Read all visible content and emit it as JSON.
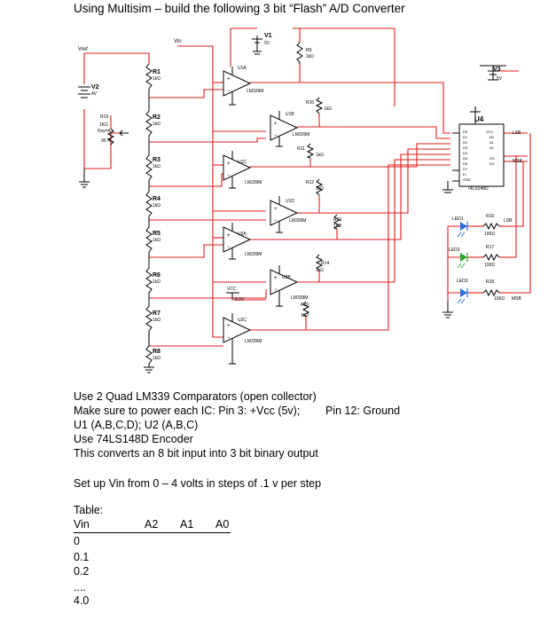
{
  "title": "Using Multisim – build the following 3 bit “Flash” A/D Converter",
  "schematic": {
    "labels": {
      "vref": "Vref",
      "vin": "Vin",
      "v1": "V1",
      "v1_val": "5V",
      "v2": "V2",
      "v2_val": "4V",
      "v3": "V3",
      "v3_val": "5V",
      "r9": "R9",
      "r9_val": "1kΩ",
      "r19": "R19",
      "r19_val": "1KΩ",
      "r19_key": "Key=A",
      "r19_pct": "90 %",
      "u4": "U4",
      "u4_part": "74LS148D",
      "lsb_top": "LSB",
      "msb_top": "MSB",
      "vcc": "VCC",
      "vcc_val": "5.0V",
      "led1": "LED1",
      "led2": "LED2",
      "led3": "LED3",
      "r16": "R16",
      "r17": "R17",
      "r18": "R18",
      "r_led_val": "100Ω",
      "lsb_led": "LSB",
      "msb_led": "MSB",
      "lm339": "LM339M"
    },
    "ladder": [
      {
        "name": "R1",
        "value": "1kΩ"
      },
      {
        "name": "R2",
        "value": "1kΩ"
      },
      {
        "name": "R3",
        "value": "1kΩ"
      },
      {
        "name": "R4",
        "value": "1kΩ"
      },
      {
        "name": "R5",
        "value": "1kΩ"
      },
      {
        "name": "R6",
        "value": "1kΩ"
      },
      {
        "name": "R7",
        "value": "1kΩ"
      },
      {
        "name": "R8",
        "value": "1kΩ"
      }
    ],
    "comparators": [
      "U1A",
      "U1B",
      "U1C",
      "U1D",
      "U2A",
      "U2B",
      "U2C"
    ],
    "pullups": [
      {
        "name": "R10",
        "value": "1kΩ"
      },
      {
        "name": "R11",
        "value": "1kΩ"
      },
      {
        "name": "R12",
        "value": "1kΩ"
      },
      {
        "name": "R13",
        "value": "1kΩ"
      },
      {
        "name": "R14",
        "value": "1kΩ"
      },
      {
        "name": "R15",
        "value": "1kΩ"
      }
    ],
    "colors": {
      "wire": "#e21b1b",
      "led_blue": "#2f6fe0",
      "led_green": "#2aa836"
    }
  },
  "notes": {
    "line1": "Use 2 Quad LM339 Comparators (open collector)",
    "line2": "Make sure to power each IC:  Pin 3: +Vcc (5v);",
    "line2b": "Pin 12: Ground",
    "line3": "U1 (A,B,C,D);  U2 (A,B,C)",
    "line4": "Use 74LS148D Encoder",
    "line5": "This converts an 8 bit input into 3 bit binary output",
    "line6": "Set up Vin from 0 – 4 volts in steps of .1 v per step"
  },
  "table": {
    "caption": "Table:",
    "headers": [
      "Vin",
      "A2",
      "A1",
      "A0"
    ],
    "rows": [
      "0",
      "0.1",
      "0.2",
      "....",
      "4.0"
    ]
  }
}
